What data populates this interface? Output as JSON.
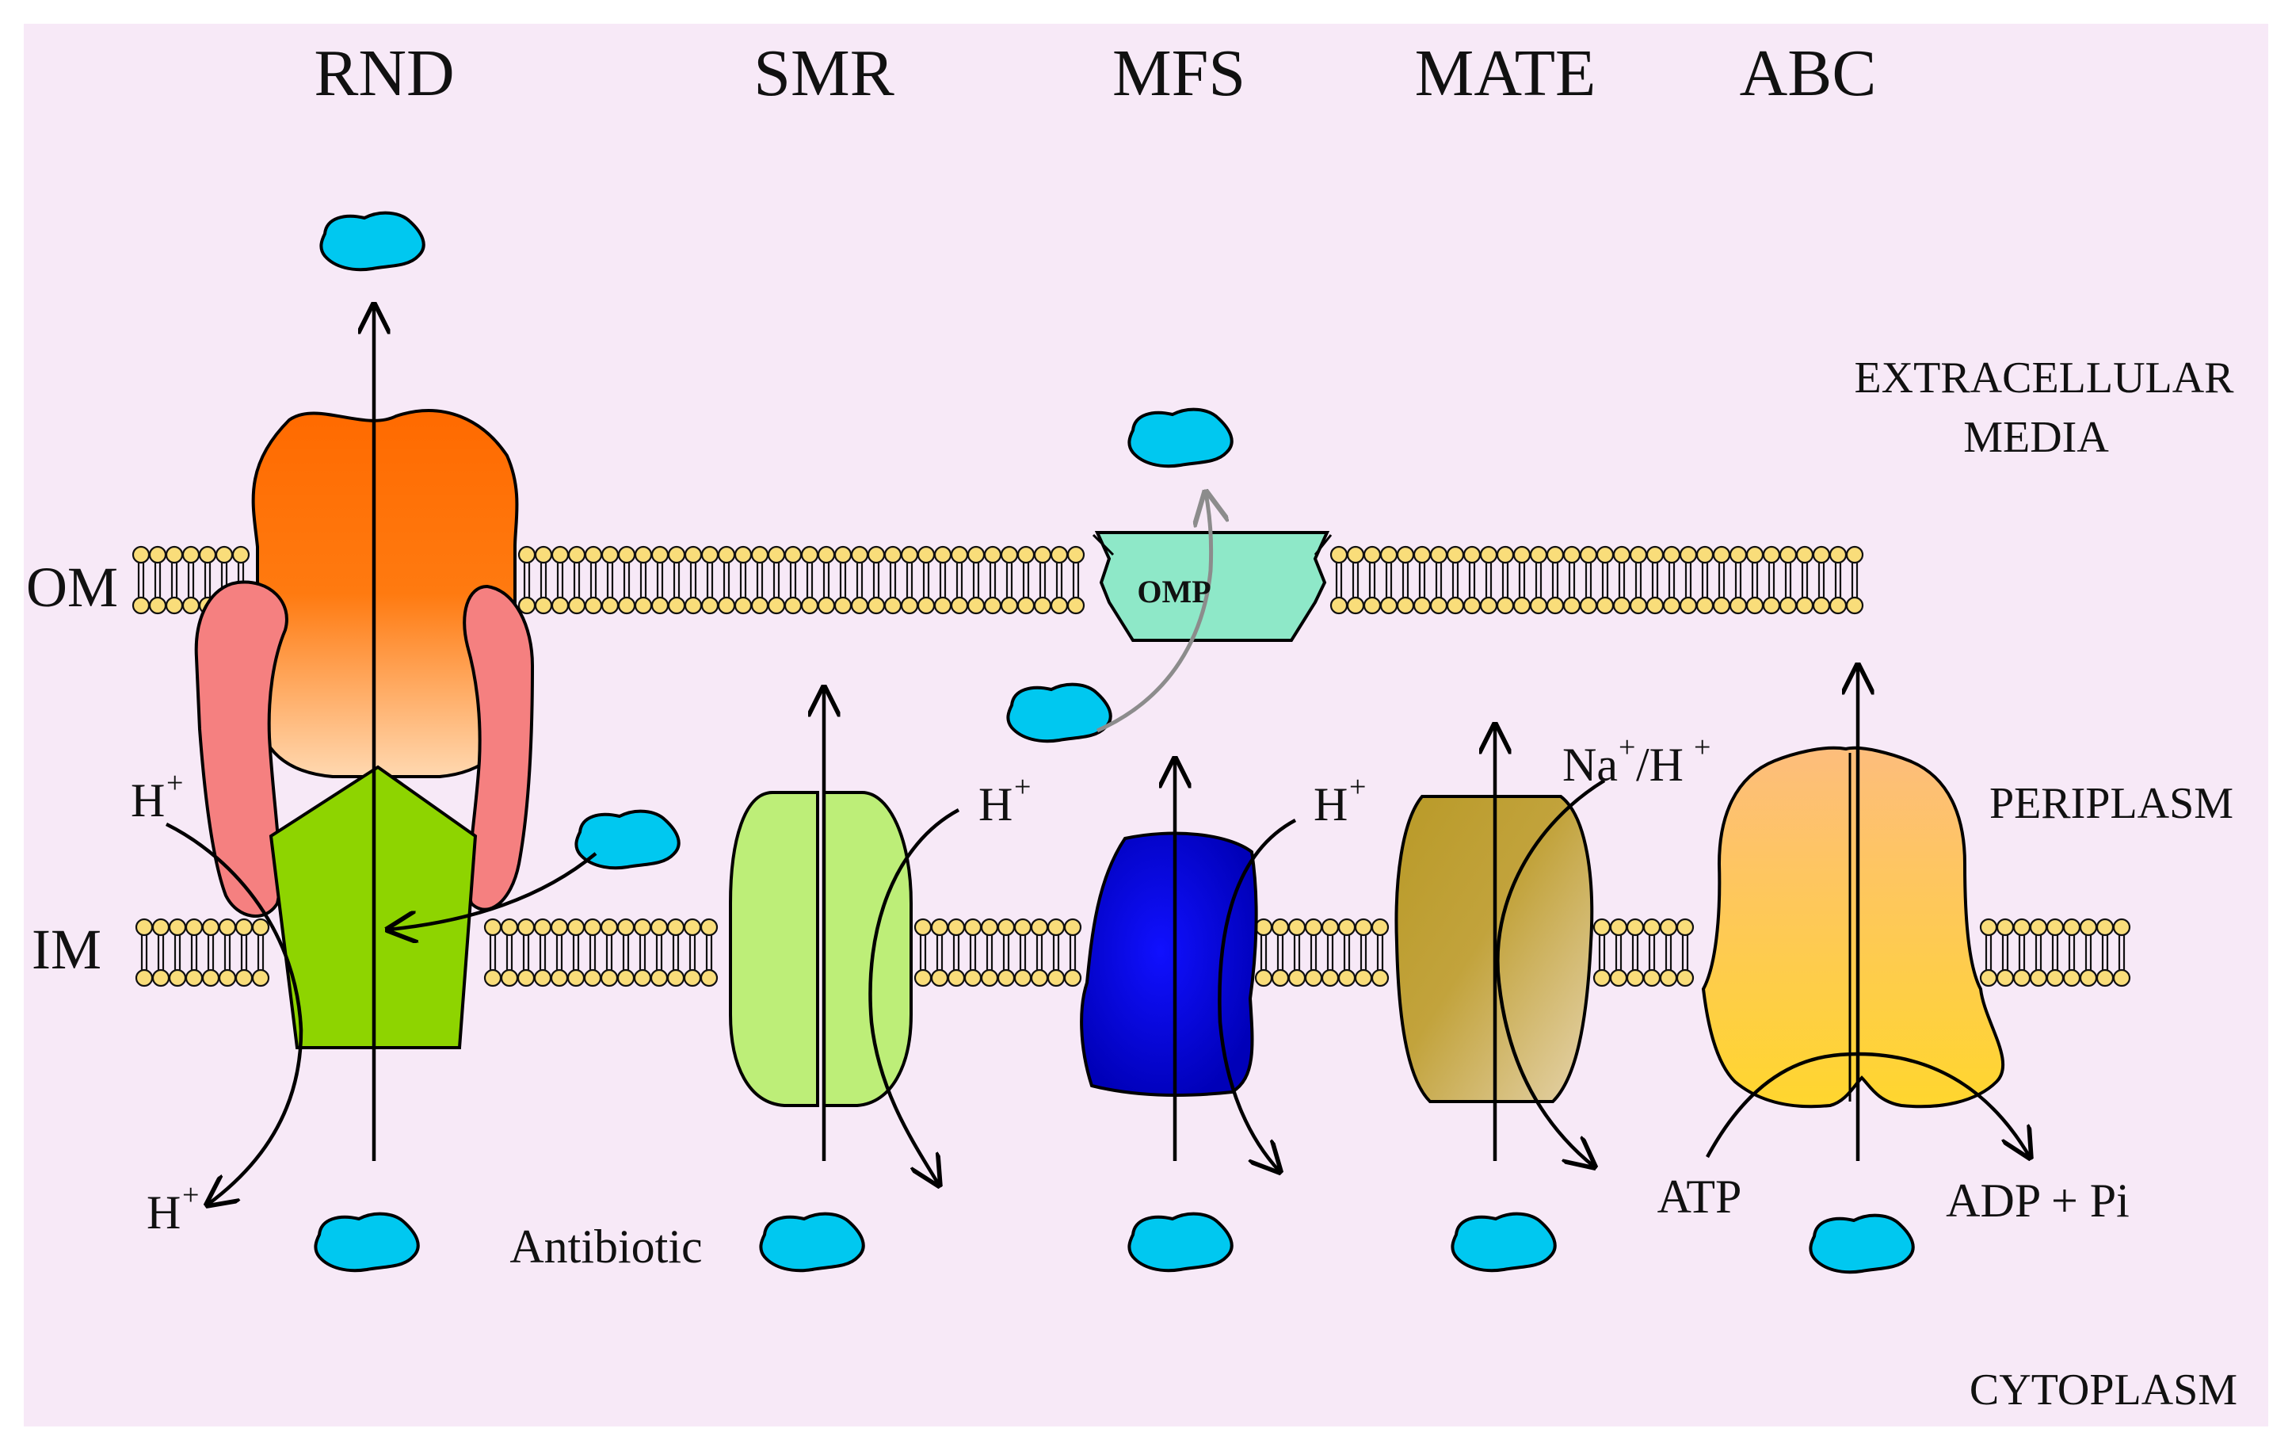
{
  "families": {
    "rnd": "RND",
    "smr": "SMR",
    "mfs": "MFS",
    "mate": "MATE",
    "abc": "ABC"
  },
  "membranes": {
    "outer": "OM",
    "inner": "IM"
  },
  "regions": {
    "extracellular_line1": "EXTRACELLULAR",
    "extracellular_line2": "MEDIA",
    "periplasm": "PERIPLASM",
    "cytoplasm": "CYTOPLASM"
  },
  "labels": {
    "antibiotic": "Antibiotic",
    "omp": "OMP",
    "h": "H",
    "plus": "+",
    "na": "Na",
    "slash_h": "/H",
    "atp": "ATP",
    "adp_pi": "ADP + Pi"
  },
  "colors": {
    "background": "#f7e9f7",
    "lipid_head": "#f9dd7a",
    "antibiotic": "#00c8f0",
    "rnd_outer": "#ff6a00",
    "rnd_adaptor": "#f58080",
    "rnd_inner": "#8ed400",
    "smr": "#bdee78",
    "mfs": "#0000d8",
    "mate": "#bfa035",
    "abc": "#fdbd55",
    "omp": "#8ee8c8"
  }
}
